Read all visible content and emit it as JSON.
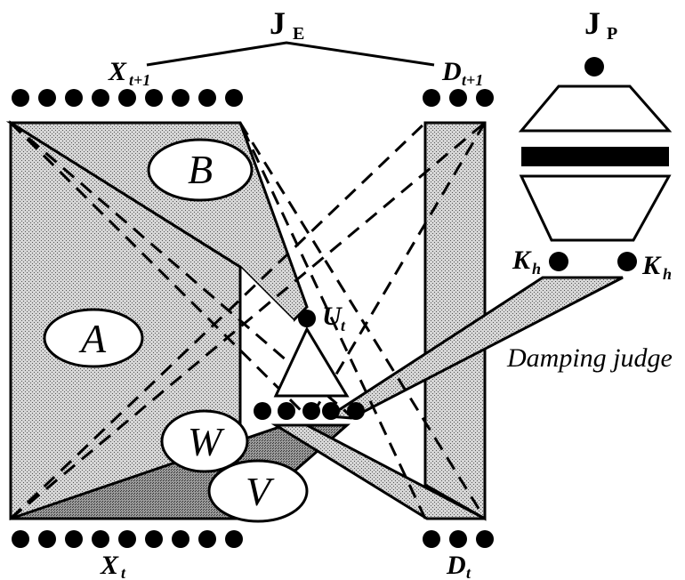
{
  "labels": {
    "je_main": "J",
    "je_sub": "E",
    "jp_main": "J",
    "jp_sub": "P",
    "x_top": "X",
    "x_top_sub": "t+1",
    "d_top": "D",
    "d_top_sub": "t+1",
    "x_bottom": "X",
    "x_bottom_sub": "t",
    "d_bottom": "D",
    "d_bottom_sub": "t",
    "u": "U",
    "u_sub": "t",
    "kh_left": "K",
    "kh_left_sub": "h",
    "kh_right": "K",
    "kh_right_sub": "h",
    "damping": "Damping judge",
    "a": "A",
    "b": "B",
    "w": "W",
    "v": "V"
  },
  "colors": {
    "ink": "#000000",
    "stipple_light": "#c4c4c4",
    "stipple_dark": "#8a8a8a",
    "background": "#ffffff"
  }
}
